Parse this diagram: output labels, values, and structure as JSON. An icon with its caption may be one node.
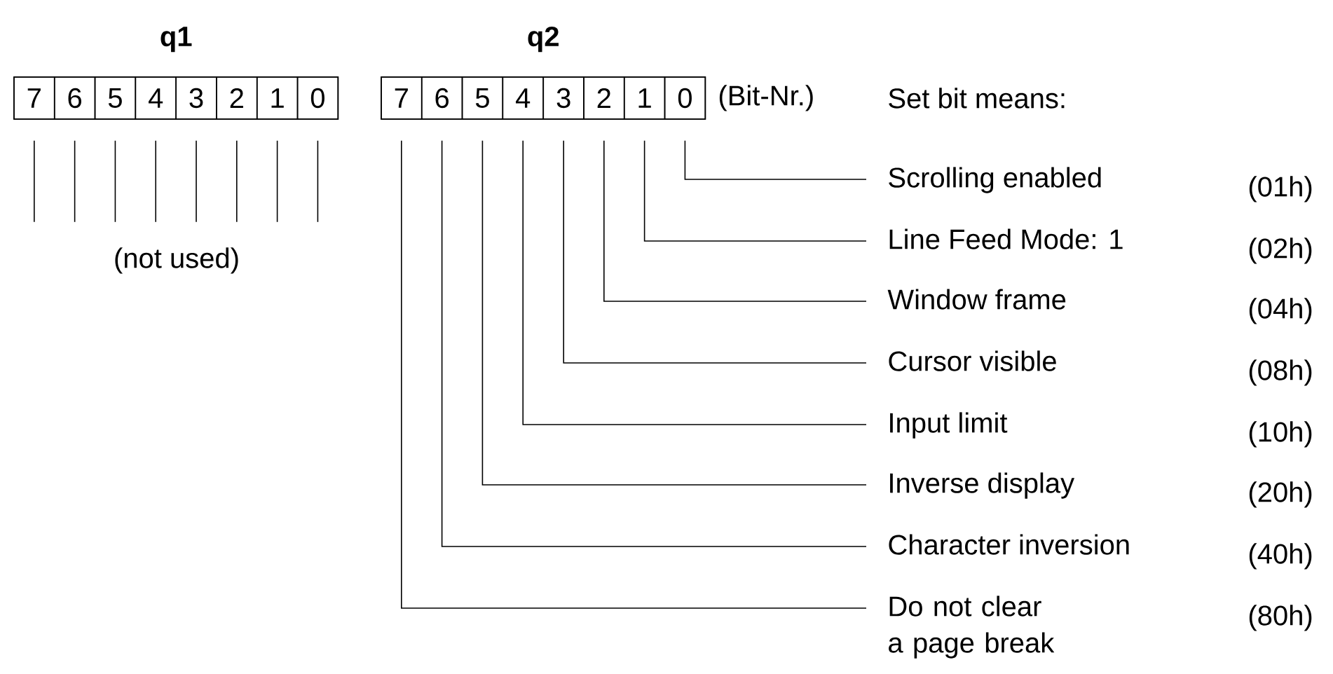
{
  "diagram": {
    "nodes": [
      {
        "text": [
          "q1"
        ]
      },
      {
        "text": [
          "7"
        ],
        "in": 0
      },
      {
        "text": [
          "6"
        ],
        "in": 0
      },
      {
        "text": [
          "5"
        ],
        "in": 0
      },
      {
        "text": [
          "4"
        ],
        "in": 0
      },
      {
        "text": [
          "3"
        ],
        "in": 0
      },
      {
        "text": [
          "2"
        ],
        "in": 0
      },
      {
        "text": [
          "1"
        ],
        "in": 0
      },
      {
        "text": [
          "0"
        ],
        "in": 0
      },
      {
        "text": [
          "q2"
        ]
      },
      {
        "text": [
          "7"
        ],
        "in": 9
      },
      {
        "text": [
          "6"
        ],
        "in": 9
      },
      {
        "text": [
          "5"
        ],
        "in": 9
      },
      {
        "text": [
          "4"
        ],
        "in": 9
      },
      {
        "text": [
          "3"
        ],
        "in": 9
      },
      {
        "text": [
          "2"
        ],
        "in": 9
      },
      {
        "text": [
          "1"
        ],
        "in": 9
      },
      {
        "text": [
          "0"
        ],
        "in": 9
      },
      {
        "text": [
          "Scrolling enabled"
        ]
      },
      {
        "text": [
          "Line Feed Mode: 1"
        ]
      },
      {
        "text": [
          "Window frame"
        ]
      },
      {
        "text": [
          "Cursor visible"
        ]
      },
      {
        "text": [
          "Input limit"
        ]
      },
      {
        "text": [
          "Inverse display"
        ]
      },
      {
        "text": [
          "Character inversion"
        ]
      },
      {
        "text": [
          "Do not clear a page break"
        ]
      }
    ],
    "edges": [
      {
        "from": 1,
        "to": null,
        "arrow": "none"
      },
      {
        "from": 2,
        "to": null,
        "arrow": "none"
      },
      {
        "from": 3,
        "to": null,
        "arrow": "none"
      },
      {
        "from": 4,
        "to": null,
        "arrow": "none"
      },
      {
        "from": 5,
        "to": null,
        "arrow": "none"
      },
      {
        "from": 6,
        "to": null,
        "arrow": "none"
      },
      {
        "from": 7,
        "to": null,
        "arrow": "none"
      },
      {
        "from": 8,
        "to": null,
        "arrow": "none"
      },
      {
        "from": 17,
        "to": 18,
        "arrow": "none"
      },
      {
        "from": 16,
        "to": 19,
        "arrow": "none"
      },
      {
        "from": 15,
        "to": 20,
        "arrow": "none"
      },
      {
        "from": 14,
        "to": 21,
        "arrow": "none"
      },
      {
        "from": 13,
        "to": 22,
        "arrow": "none"
      },
      {
        "from": 12,
        "to": 23,
        "arrow": "none"
      },
      {
        "from": 11,
        "to": 24,
        "arrow": "none"
      },
      {
        "from": 10,
        "to": 25,
        "arrow": "none"
      }
    ],
    "labels": [
      "(Bit-Nr.)",
      "Set bit means:",
      "(01h)",
      "(02h)",
      "(not used)",
      "(04h)",
      "(08h)",
      "(10h)",
      "(20h)",
      "(40h)",
      "(80h)"
    ]
  }
}
